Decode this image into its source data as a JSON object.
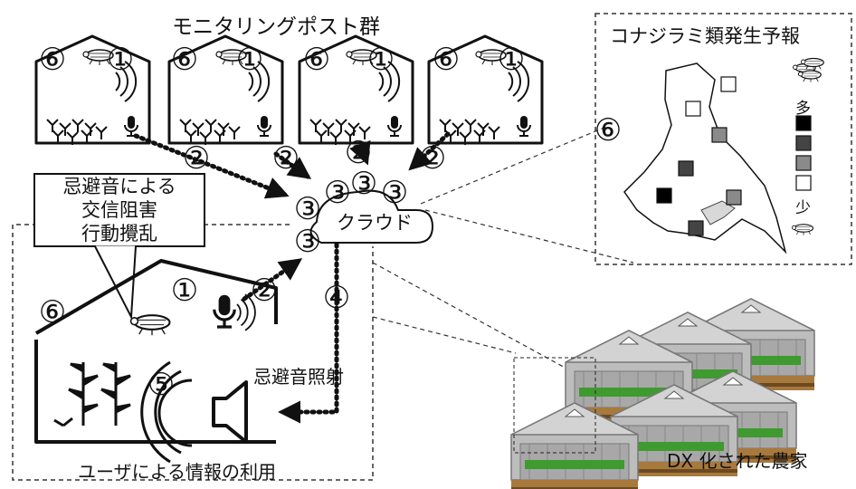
{
  "diagram": {
    "monitoring_title": "モニタリングポスト群",
    "forecast_title": "コナジラミ類発生予報",
    "legend_many": "多",
    "legend_few": "少",
    "cloud_label": "クラウド",
    "callout_lines": [
      "忌避音による",
      "交信阻害",
      "行動攪乱"
    ],
    "sound_label": "忌避音照射",
    "user_label": "ユーザによる情報の利用",
    "farm_label": "DX 化された農家",
    "step_marks": {
      "one": "①",
      "two": "②",
      "three": "③",
      "four": "④",
      "five": "⑤",
      "six": "⑥"
    },
    "colors": {
      "line": "#111111",
      "greenhouse_gray": "#9a9a9a",
      "plant_green": "#3f9a2f",
      "soil_brown": "#a8793c",
      "level_1": "#000000",
      "level_2": "#444444",
      "level_3": "#8a8a8a",
      "level_4": "#ffffff"
    }
  }
}
